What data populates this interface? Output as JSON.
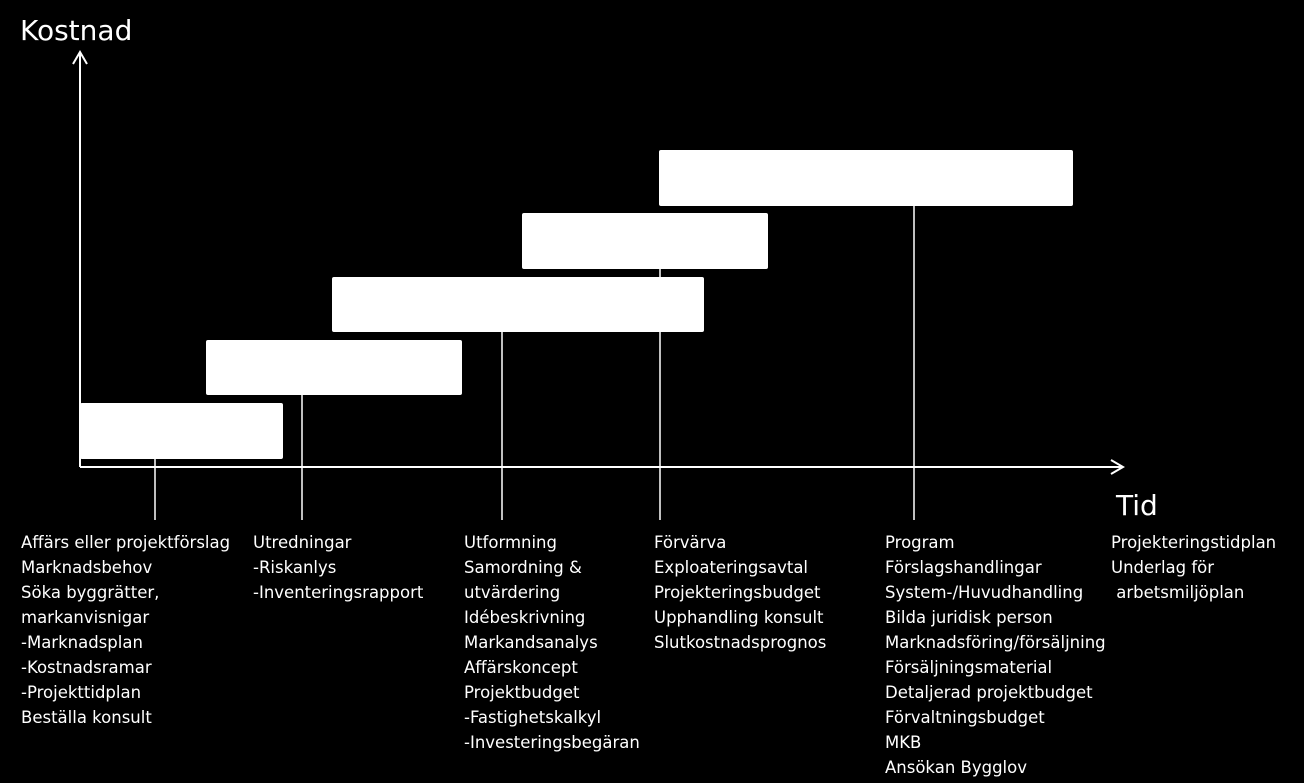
{
  "axes": {
    "y_label": "Kostnad",
    "x_label": "Tid"
  },
  "colors": {
    "background": "#000000",
    "foreground": "#ffffff"
  },
  "phases": [
    {
      "lines": [
        "Affärs eller projektförslag",
        "Marknadsbehov",
        "Söka byggrätter,",
        "markanvisnigar",
        "-Marknadsplan",
        "-Kostnadsramar",
        "-Projekttidplan",
        "Beställa konsult"
      ]
    },
    {
      "lines": [
        "Utredningar",
        "-Riskanlys",
        "-Inventeringsrapport"
      ]
    },
    {
      "lines": [
        "Utformning",
        "Samordning &",
        "utvärdering",
        "Idébeskrivning",
        "Markandsanalys",
        "Affärskoncept",
        "Projektbudget",
        "-Fastighetskalkyl",
        "-Investeringsbegäran"
      ]
    },
    {
      "lines": [
        "Förvärva",
        "Exploateringsavtal",
        "Projekteringsbudget",
        "Upphandling konsult",
        "Slutkostnadsprognos"
      ]
    },
    {
      "lines": [
        "Program",
        "Förslagshandlingar",
        "System-/Huvudhandling",
        "Bilda juridisk person",
        "Marknadsföring/försäljning",
        "Försäljningsmaterial",
        "Detaljerad projektbudget",
        "Förvaltningsbudget",
        "MKB",
        "Ansökan Bygglov"
      ]
    },
    {
      "lines": [
        "Projekteringstidplan",
        "Underlag för",
        " arbetsmiljöplan"
      ]
    }
  ]
}
